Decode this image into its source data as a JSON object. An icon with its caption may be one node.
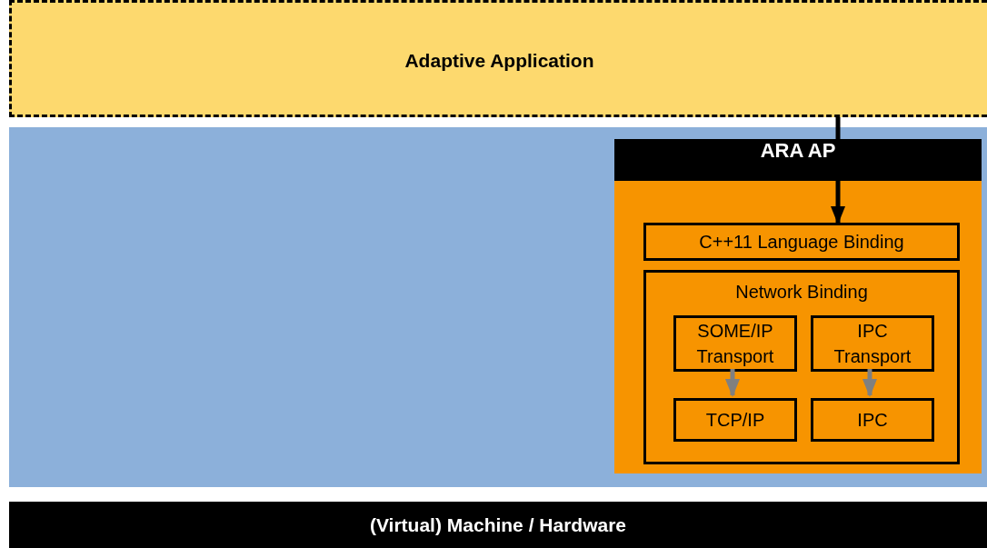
{
  "diagram": {
    "nodes": [
      {
        "text": [
          "Adaptive Application"
        ]
      },
      {
        "text": [],
        "shape": "box"
      },
      {
        "text": [
          "ARA AP"
        ],
        "in": 1
      },
      {
        "text": [
          "C++11 Language Binding"
        ],
        "in": 2
      },
      {
        "text": [
          "Network Binding"
        ],
        "in": 2
      },
      {
        "text": [
          "SOME/IP Transport"
        ],
        "in": 4
      },
      {
        "text": [
          "IPC Transport"
        ],
        "in": 4
      },
      {
        "text": [
          "TCP/IP"
        ],
        "in": 4
      },
      {
        "text": [
          "IPC"
        ],
        "in": 4
      },
      {
        "text": [
          "(Virtual) Machine / Hardware"
        ]
      }
    ],
    "edges": [
      {
        "from": 0,
        "to": 3,
        "arrow": "to",
        "color": "#000000"
      },
      {
        "from": 5,
        "to": 7,
        "arrow": "to"
      },
      {
        "from": 6,
        "to": 8,
        "arrow": "to"
      }
    ]
  }
}
